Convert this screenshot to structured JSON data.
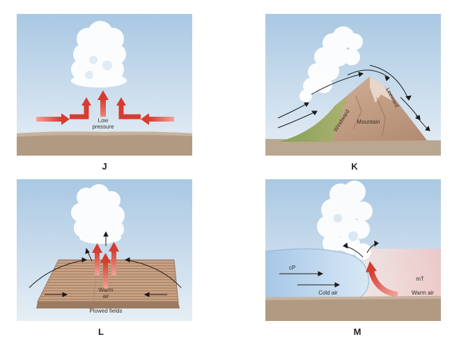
{
  "panels": [
    {
      "letter": "J",
      "labels": {
        "low_line1": "Low",
        "low_line2": "pressure"
      }
    },
    {
      "letter": "K",
      "labels": {
        "windward": "Windward",
        "leeward": "Leeward",
        "mountain": "Mountain"
      }
    },
    {
      "letter": "L",
      "labels": {
        "warm_line1": "Warm",
        "warm_line2": "air",
        "plowed": "Plowed fields"
      }
    },
    {
      "letter": "M",
      "labels": {
        "cp": "cP",
        "cold_air": "Cold air",
        "mt": "mT",
        "warm_air": "Warm air"
      }
    }
  ],
  "colors": {
    "sky_top": "#a9c8e3",
    "sky_bottom": "#e6eef5",
    "ground": "#b29a82",
    "arrow_red": "#d8463a",
    "cloud": "#ffffff"
  }
}
